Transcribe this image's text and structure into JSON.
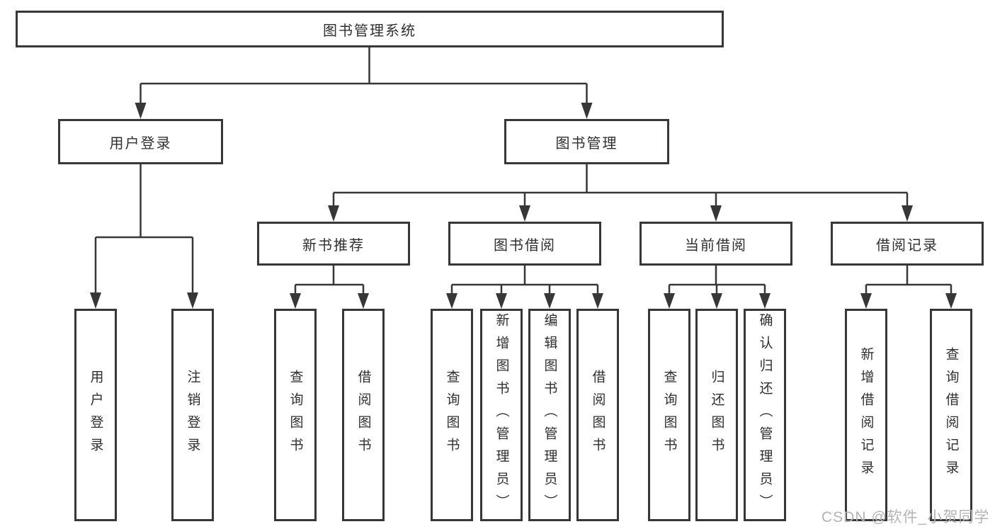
{
  "diagram": {
    "tree": {
      "label": "图书管理系统",
      "children": [
        {
          "label": "用户登录",
          "children": [
            {
              "label": "用户登录"
            },
            {
              "label": "注销登录"
            }
          ]
        },
        {
          "label": "图书管理",
          "children": [
            {
              "label": "新书推荐",
              "children": [
                {
                  "label": "查询图书"
                },
                {
                  "label": "借阅图书"
                }
              ]
            },
            {
              "label": "图书借阅",
              "children": [
                {
                  "label": "查询图书"
                },
                {
                  "label": "新增图书（管理员）"
                },
                {
                  "label": "编辑图书（管理员）"
                },
                {
                  "label": "借阅图书"
                }
              ]
            },
            {
              "label": "当前借阅",
              "children": [
                {
                  "label": "查询图书"
                },
                {
                  "label": "归还图书"
                },
                {
                  "label": "确认归还（管理员）"
                }
              ]
            },
            {
              "label": "借阅记录",
              "children": [
                {
                  "label": "新增借阅记录"
                },
                {
                  "label": "查询借阅记录"
                }
              ]
            }
          ]
        }
      ]
    },
    "watermark": "CSDN @软件_小贺同学",
    "colors": {
      "line": "#373737",
      "box_border": "#373737",
      "box_fill": "#ffffff",
      "text": "#2f2f2f",
      "watermark": "#b3b3b3"
    }
  }
}
